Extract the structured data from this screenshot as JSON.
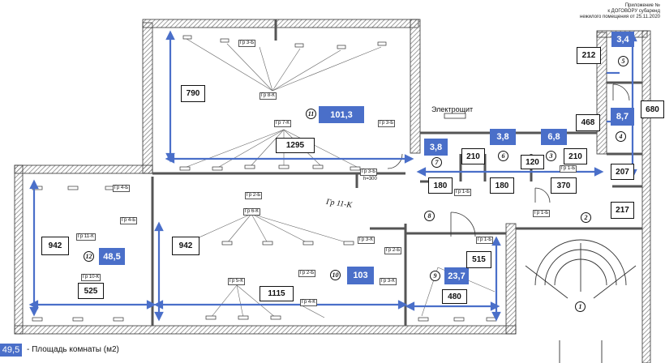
{
  "header": {
    "line1": "Приложение №",
    "line2": "к ДОГОВОРУ субаренд",
    "line3": "нежилого помещения от 25.11.2020"
  },
  "areas": {
    "r11": "101,3",
    "r12": "48,5",
    "r10": "103",
    "r9": "23,7",
    "r7": "3,8",
    "r6": "3,8",
    "r3": "6,8",
    "r5": "3,4",
    "r4": "8,7"
  },
  "dims": {
    "d790": "790",
    "d1295": "1295",
    "d942a": "942",
    "d942b": "942",
    "d525": "525",
    "d1115": "1115",
    "d515": "515",
    "d480": "480",
    "d180a": "180",
    "d180b": "180",
    "d210a": "210",
    "d120": "120",
    "d210b": "210",
    "d370": "370",
    "d212": "212",
    "d468": "468",
    "d680": "680",
    "d207": "207",
    "d217": "217"
  },
  "rooms": {
    "n1": "1",
    "n2": "2",
    "n3": "3",
    "n4": "4",
    "n5": "5",
    "n6": "6",
    "n7": "7",
    "n8": "8",
    "n9": "9",
    "n10": "10",
    "n11": "11",
    "n12": "12"
  },
  "groups": {
    "g3b_top": "Гр 3-Б",
    "g8k": "Гр 8-К",
    "g3b_right": "Гр 3-Б",
    "g7k": "Гр 7-К",
    "g3b_mid": "Гр 3-Б",
    "g2b": "Гр 2-Б",
    "g4b": "Гр 4-Б",
    "g6k": "Гр 6-К",
    "g4b2": "Гр 4-Б",
    "g11k": "Гр 11-К",
    "g10k": "Гр 10-К",
    "g5k": "Гр 5-К",
    "g2b2": "Гр 2-Б",
    "g4k": "Гр 4-К",
    "g3k_a": "Гр 3-К",
    "g2b3": "Гр 2-Б",
    "g3k_b": "Гр 3-К",
    "g1b_a": "Гр 1-Б",
    "g1b_b": "Гр 1-Б",
    "g1b_c": "Гр 1-Б",
    "g1b_d": "Гр 1-Б"
  },
  "labels": {
    "electro": "Электрощит",
    "handwritten": "Гр 11-К",
    "h300": "h=300"
  },
  "legend": {
    "value": "49,5",
    "text": "- Площадь комнаты (м2)"
  },
  "colors": {
    "area_fill": "#4a6fc9",
    "walls": "#555555"
  }
}
